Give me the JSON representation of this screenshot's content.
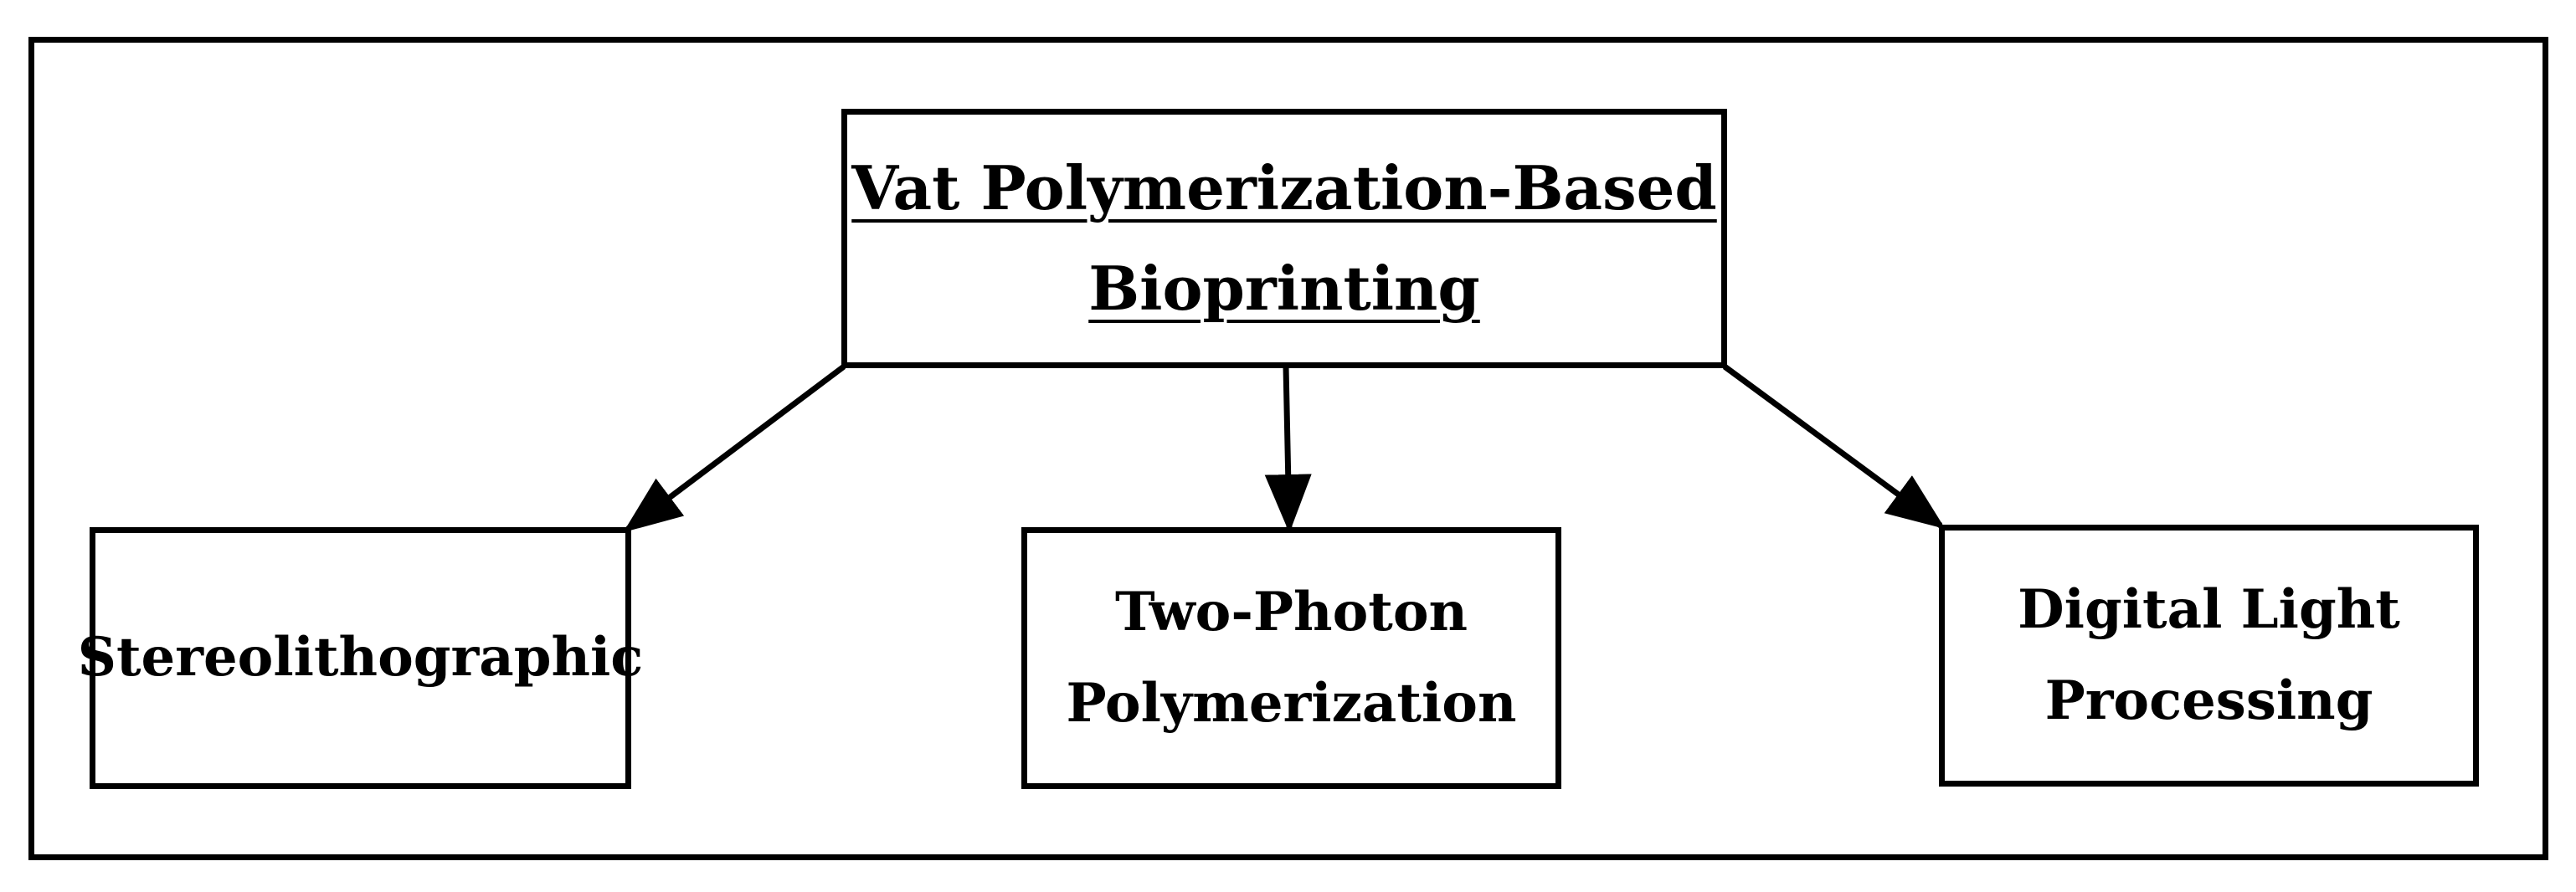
{
  "diagram": {
    "root": {
      "label_lines": [
        "Vat Polymerization-Based",
        "Bioprinting"
      ]
    },
    "children": [
      {
        "label_lines": [
          "Stereolithographic"
        ]
      },
      {
        "label_lines": [
          "Two-Photon",
          "Polymerization"
        ]
      },
      {
        "label_lines": [
          "Digital Light",
          "Processing"
        ]
      }
    ],
    "colors": {
      "stroke": "#000000",
      "background": "#ffffff"
    }
  }
}
